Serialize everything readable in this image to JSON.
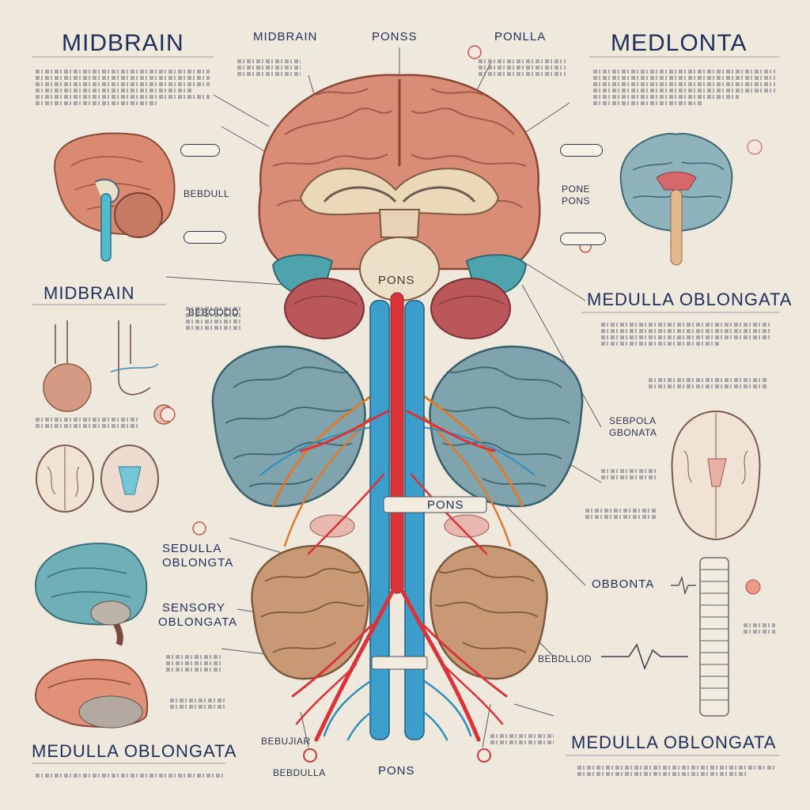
{
  "labels": {
    "midbrain_top_left": "MIDBRAIN",
    "midbrain_top_center": "MIDBRAIN",
    "pons_top": "PONSS",
    "ponlla_top": "PONLLA",
    "medlonta_top_right": "MEDLONTA",
    "midbrain_left": "MIDBRAIN",
    "pons_center": "PONS",
    "medulla_right": "MEDULLA OBLONGATA",
    "pons_lower": "PONS",
    "sedulla_left": "SEDULLA OBLONGTA",
    "sensory_left": "SENSORY OBLONGATA",
    "obbonta_right": "OBBONTA",
    "medulla_bottom_left": "MEDULLA OBLONGATA",
    "medulla_bottom_right": "MEDULLA OBLONGATA",
    "pons_bottom": "PONS",
    "pone_right": "PONE PONS",
    "sebpola_right": "SEBPOLA GBONATA",
    "bebdull_left": "BEBDULL",
    "bebonod_left": "BEBOOOD",
    "bebliar_bottom": "BEBUJIAR",
    "bebdula_bottom": "BEBDULLA",
    "bebdlod_right": "BEBDLLOD"
  },
  "colors": {
    "background": "#efe9dd",
    "text": "#1f2f5c",
    "cerebrum": "#d9907a",
    "cerebellum_blue": "#7ea3ab",
    "lobe_tan": "#c89873",
    "artery": "#d8343a",
    "vein": "#2f8fbf",
    "nerve_orange": "#e07a2b"
  }
}
